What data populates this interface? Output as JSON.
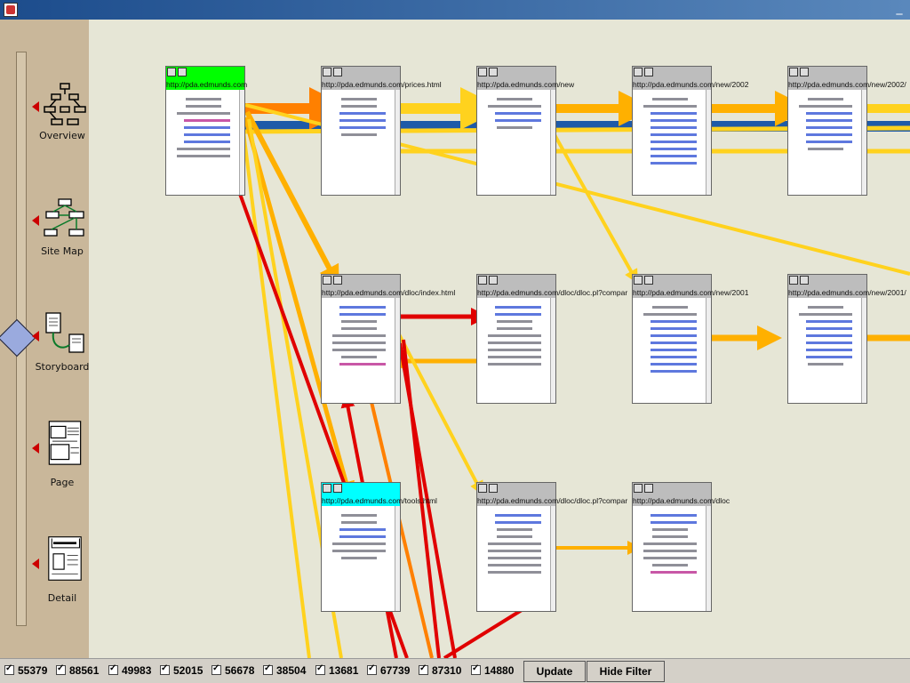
{
  "window": {
    "minimize_glyph": "_"
  },
  "levels": [
    {
      "label": "Overview",
      "icon": "overview-icon"
    },
    {
      "label": "Site Map",
      "icon": "site-map-icon"
    },
    {
      "label": "Storyboard",
      "icon": "storyboard-icon"
    },
    {
      "label": "Page",
      "icon": "page-icon"
    },
    {
      "label": "Detail",
      "icon": "detail-icon"
    }
  ],
  "pages": [
    {
      "url": "http://pda.edmunds.com",
      "header": "green"
    },
    {
      "url": "http://pda.edmunds.com/prices.html",
      "header": "gray"
    },
    {
      "url": "http://pda.edmunds.com/new",
      "header": "gray"
    },
    {
      "url": "http://pda.edmunds.com/new/2002",
      "header": "gray"
    },
    {
      "url": "http://pda.edmunds.com/new/2002/",
      "header": "gray"
    },
    {
      "url": "http://pda.edmunds.com/dloc/index.html",
      "header": "gray"
    },
    {
      "url": "http://pda.edmunds.com/dloc/dloc.pl?compar",
      "header": "gray"
    },
    {
      "url": "http://pda.edmunds.com/new/2001",
      "header": "gray"
    },
    {
      "url": "http://pda.edmunds.com/new/2001/",
      "header": "gray"
    },
    {
      "url": "http://pda.edmunds.com/tools.html",
      "header": "cyan"
    },
    {
      "url": "http://pda.edmunds.com/dloc/dloc.pl?compar",
      "header": "gray"
    },
    {
      "url": "http://pda.edmunds.com/dloc",
      "header": "gray"
    }
  ],
  "filters": [
    "55379",
    "88561",
    "49983",
    "52015",
    "56678",
    "38504",
    "13681",
    "67739",
    "87310",
    "14880"
  ],
  "buttons": {
    "update": "Update",
    "hide_filter": "Hide Filter"
  },
  "colors": {
    "orange": "#ff8000",
    "amber": "#ffb000",
    "gold": "#ffd21e",
    "red": "#e00000",
    "blue": "#1e5aa8",
    "home_header": "#00ff00",
    "tools_header": "#00ffff",
    "sidebar": "#c9b79a",
    "canvas": "#e6e6d6"
  }
}
